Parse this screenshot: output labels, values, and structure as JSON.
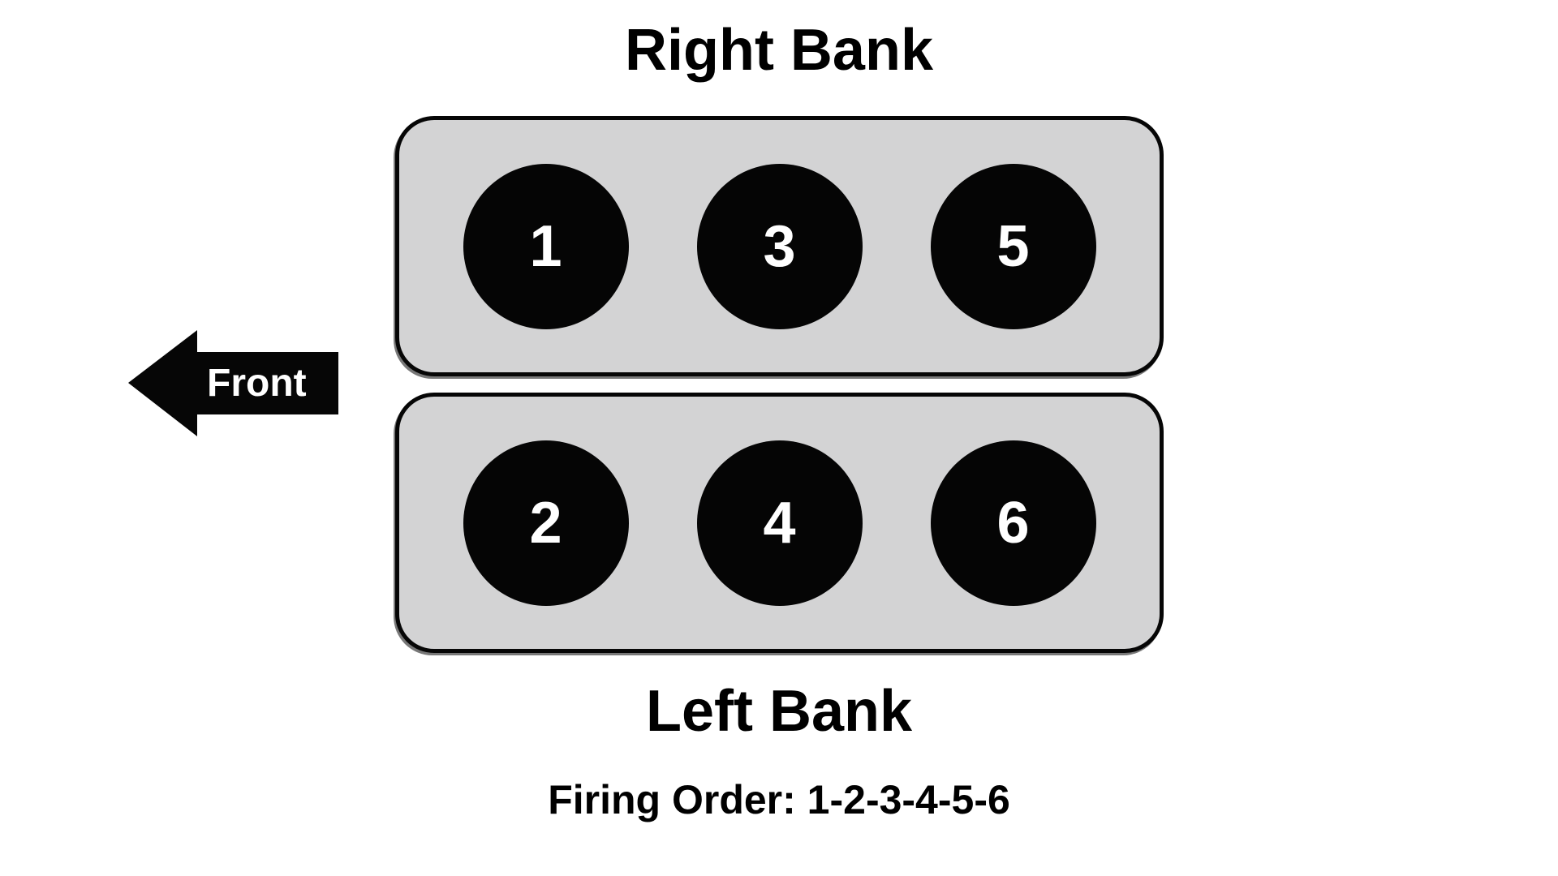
{
  "diagram": {
    "right_bank": {
      "title": "Right Bank",
      "cylinders": [
        "1",
        "3",
        "5"
      ]
    },
    "left_bank": {
      "title": "Left Bank",
      "cylinders": [
        "2",
        "4",
        "6"
      ]
    },
    "front_arrow": {
      "label": "Front",
      "direction": "left"
    },
    "firing_order": {
      "label": "Firing Order: 1-2-3-4-5-6"
    },
    "colors": {
      "background": "#ffffff",
      "bank_fill": "#d3d3d4",
      "bank_border": "#060606",
      "cylinder_fill": "#050505",
      "cylinder_number": "#ffffff",
      "arrow_fill": "#060606",
      "arrow_label": "#ffffff",
      "text": "#000000"
    }
  }
}
